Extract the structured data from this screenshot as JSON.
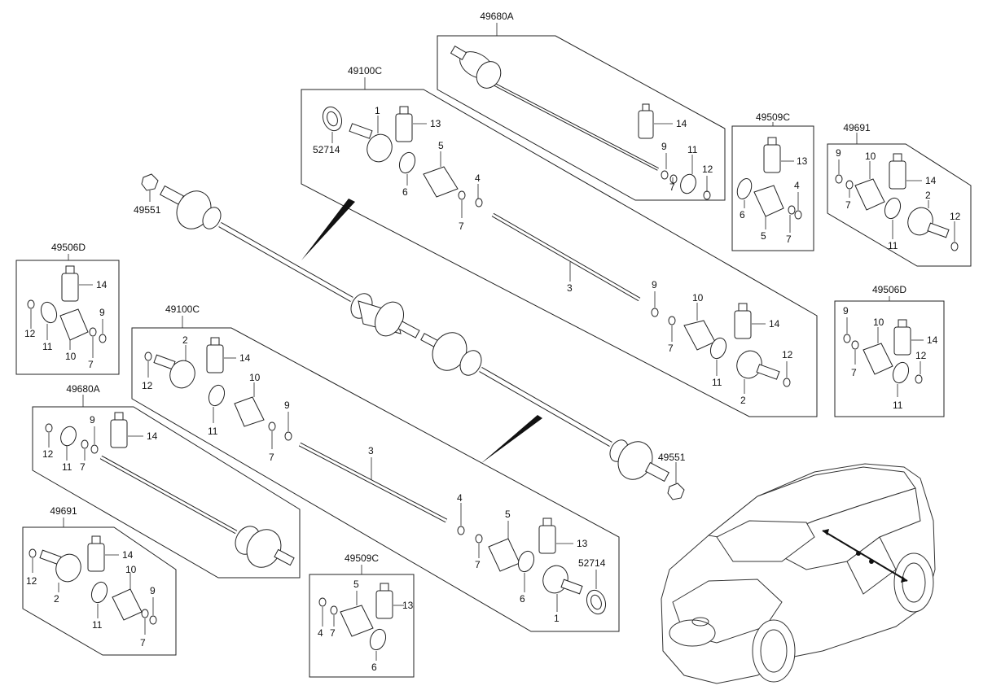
{
  "labels": {
    "a_49680A": "49680A",
    "a_49100C": "49100C",
    "a_52714": "52714",
    "a_1": "1",
    "a_13": "13",
    "a_5": "5",
    "a_6": "6",
    "a_4": "4",
    "a_7": "7",
    "a_14": "14",
    "a_9": "9",
    "a_11": "11",
    "a_12": "12",
    "a_7b": "7",
    "b_49509C": "49509C",
    "b_13": "13",
    "b_6": "6",
    "b_4": "4",
    "b_5": "5",
    "b_7": "7",
    "c_49691": "49691",
    "c_9": "9",
    "c_10": "10",
    "c_14": "14",
    "c_7": "7",
    "c_2": "2",
    "c_12": "12",
    "c_11": "11",
    "d_49551": "49551",
    "e_49506D": "49506D",
    "e_14": "14",
    "e_12": "12",
    "e_11": "11",
    "e_10": "10",
    "e_9": "9",
    "e_7": "7",
    "f_3": "3",
    "f_9": "9",
    "f_10": "10",
    "f_14": "14",
    "f_7": "7",
    "f_11": "11",
    "f_12": "12",
    "f_2": "2",
    "g_49506D": "49506D",
    "g_9": "9",
    "g_10": "10",
    "g_14": "14",
    "g_7": "7",
    "g_12": "12",
    "g_11": "11",
    "h_49100C": "49100C",
    "h_2": "2",
    "h_14": "14",
    "h_12": "12",
    "h_10": "10",
    "h_11": "11",
    "h_9": "9",
    "h_7": "7",
    "h_3": "3",
    "h_4": "4",
    "h_5": "5",
    "h_13": "13",
    "h_7b": "7",
    "h_52714": "52714",
    "h_6": "6",
    "h_1": "1",
    "i_49551": "49551",
    "j_49680A": "49680A",
    "j_9": "9",
    "j_14": "14",
    "j_12": "12",
    "j_11": "11",
    "j_7": "7",
    "k_49691": "49691",
    "k_14": "14",
    "k_10": "10",
    "k_12": "12",
    "k_2": "2",
    "k_11": "11",
    "k_9": "9",
    "k_7": "7",
    "l_49509C": "49509C",
    "l_5": "5",
    "l_13": "13",
    "l_4": "4",
    "l_7": "7",
    "l_6": "6"
  }
}
